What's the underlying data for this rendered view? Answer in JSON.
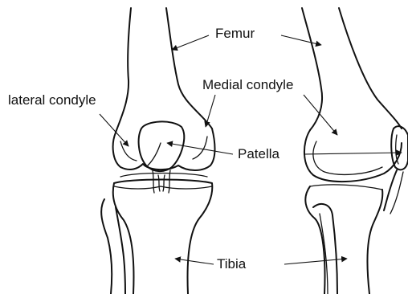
{
  "labels": {
    "femur": "Femur",
    "medial_condyle": "Medial condyle",
    "lateral_condyle": "lateral condyle",
    "patella": "Patella",
    "tibia": "Tibia"
  },
  "colors": {
    "ink": "#111111",
    "background": "#ffffff"
  }
}
